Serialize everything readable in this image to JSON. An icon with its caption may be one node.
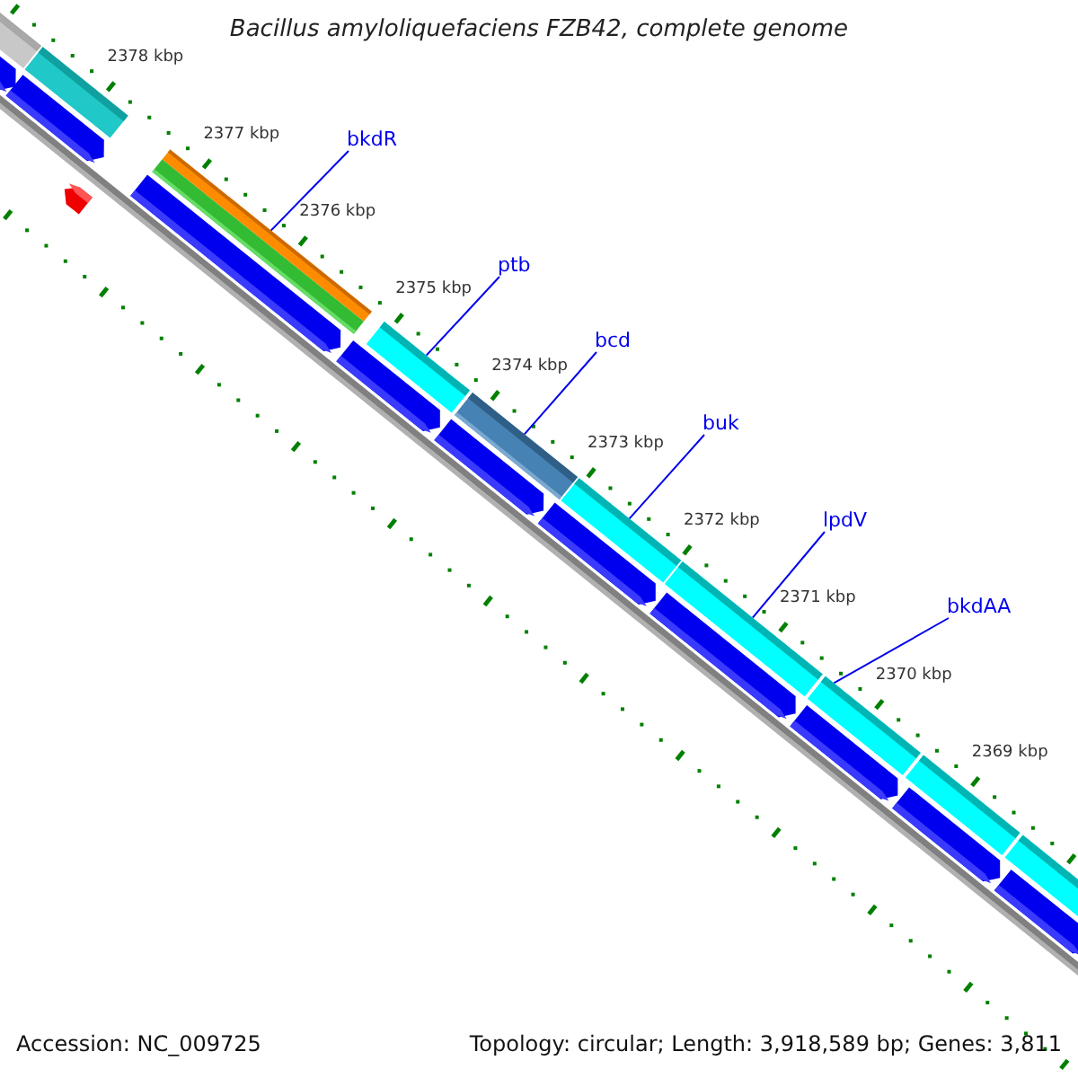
{
  "diagram": {
    "title": "Bacillus amyloliquefaciens FZB42, complete genome",
    "nodes": [
      {
        "text": [
          "bkdR"
        ]
      },
      {
        "text": [
          "ptb"
        ]
      },
      {
        "text": [
          "bcd"
        ]
      },
      {
        "text": [
          "buk"
        ]
      },
      {
        "text": [
          "lpdV"
        ]
      },
      {
        "text": [
          "bkdAA"
        ]
      },
      {
        "text": [],
        "shape": "bar"
      },
      {
        "text": [],
        "shape": "bar"
      },
      {
        "text": [],
        "shape": "bar"
      },
      {
        "text": [],
        "shape": "bar"
      },
      {
        "text": [],
        "shape": "bar"
      },
      {
        "text": [],
        "shape": "bar"
      },
      {
        "text": [],
        "shape": "bar"
      },
      {
        "text": [],
        "shape": "bar"
      },
      {
        "text": [],
        "shape": "bar"
      },
      {
        "text": [],
        "shape": "bar"
      },
      {
        "text": [],
        "shape": "arrow"
      },
      {
        "text": [],
        "shape": "arrow"
      },
      {
        "text": [],
        "shape": "arrow"
      },
      {
        "text": [],
        "shape": "arrow"
      },
      {
        "text": [],
        "shape": "arrow"
      },
      {
        "text": [],
        "shape": "arrow"
      },
      {
        "text": [],
        "shape": "arrow"
      },
      {
        "text": [],
        "shape": "arrow"
      },
      {
        "text": [],
        "shape": "arrow"
      },
      {
        "text": [],
        "shape": "arrow"
      },
      {
        "text": [],
        "shape": "arrow"
      }
    ],
    "edges": [
      {
        "from": 0,
        "to": 6,
        "arrow": "none"
      },
      {
        "from": 1,
        "to": 7,
        "arrow": "none"
      },
      {
        "from": 2,
        "to": 8,
        "arrow": "none"
      },
      {
        "from": 3,
        "to": 9,
        "arrow": "none"
      },
      {
        "from": 4,
        "to": 10,
        "arrow": "none"
      },
      {
        "from": 5,
        "to": 11,
        "arrow": "none"
      }
    ],
    "labels": [
      "2378 kbp",
      "2377 kbp",
      "2376 kbp",
      "2375 kbp",
      "2374 kbp",
      "2373 kbp",
      "2372 kbp",
      "2371 kbp",
      "2370 kbp",
      "2369 kbp",
      "Accession: NC_009725",
      "Topology: circular; Length: 3,918,589 bp; Genes: 3,811"
    ]
  }
}
